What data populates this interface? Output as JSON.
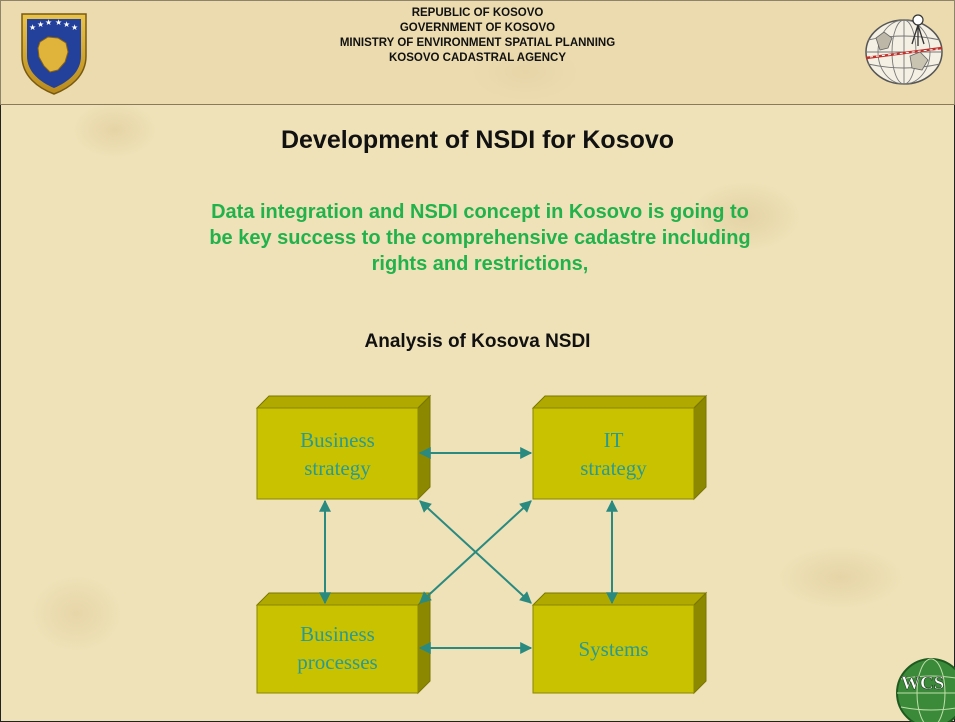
{
  "header": {
    "lines": [
      "REPUBLIC OF KOSOVO",
      "GOVERNMENT OF KOSOVO",
      "MINISTRY OF ENVIRONMENT SPATIAL PLANNING",
      "KOSOVO CADASTRAL AGENCY"
    ]
  },
  "title": "Development of NSDI for Kosovo",
  "intro_lines": [
    "Data integration and NSDI concept in Kosovo is going to",
    "be key success to the  comprehensive cadastre including",
    "rights and restrictions,"
  ],
  "subtitle": "Analysis of Kosova NSDI",
  "diagram": {
    "boxes": {
      "business_strategy": [
        "Business",
        "strategy"
      ],
      "it_strategy": [
        "IT",
        "strategy"
      ],
      "business_processes": [
        "Business",
        "processes"
      ],
      "systems": [
        "Systems"
      ]
    }
  },
  "logo_text": "WCS",
  "colors": {
    "box_front": "#c8c200",
    "box_top": "#b0aa00",
    "box_side": "#8c8800",
    "arrow": "#2a8a80",
    "box_text": "#2a9a90",
    "intro_text": "#22b24c"
  }
}
